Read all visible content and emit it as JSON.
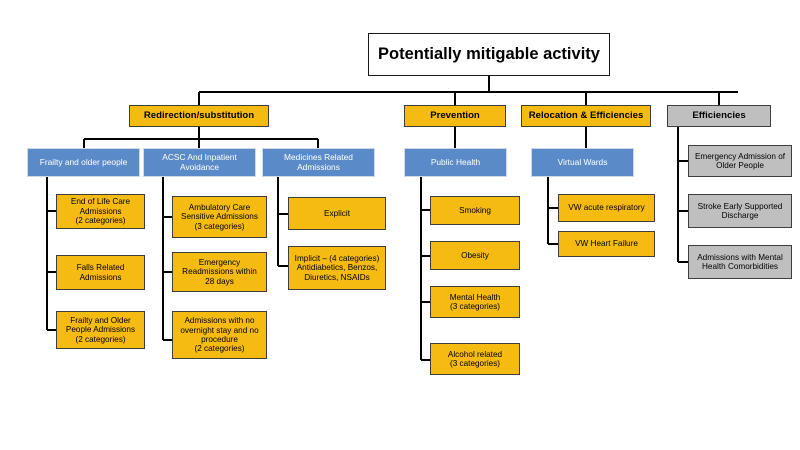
{
  "diagram": {
    "title": "Potentially mitigable activity",
    "type": "hierarchy-tree",
    "colors": {
      "root_fill": "#FFFFFF",
      "category_fill": "#F5BB10",
      "subcategory_fill": "#5B8AC9",
      "efficiencies_fill": "#BFBFBF",
      "border": "#3D3D3D",
      "connector": "#000000"
    },
    "root": {
      "label": "Potentially mitigable activity"
    },
    "categories": [
      {
        "id": "redirection",
        "label": "Redirection/substitution",
        "style": "amber"
      },
      {
        "id": "prevention",
        "label": "Prevention",
        "style": "amber"
      },
      {
        "id": "relocation",
        "label": "Relocation & Efficiencies",
        "style": "amber"
      },
      {
        "id": "efficiencies",
        "label": "Efficiencies",
        "style": "gray"
      }
    ],
    "subcategories": [
      {
        "id": "frailty",
        "label": "Frailty and older people",
        "parent": "redirection"
      },
      {
        "id": "acsc",
        "label": "ACSC And Inpatient\nAvoidance",
        "parent": "redirection"
      },
      {
        "id": "medicines",
        "label": "Medicines Related\nAdmissions",
        "parent": "redirection"
      },
      {
        "id": "publichealth",
        "label": "Public Health",
        "parent": "prevention"
      },
      {
        "id": "virtualwards",
        "label": "Virtual Wards",
        "parent": "relocation"
      }
    ],
    "leaves": [
      {
        "id": "eolc",
        "label": "End of Life Care\nAdmissions\n(2 categories)",
        "parent": "frailty",
        "style": "amber"
      },
      {
        "id": "falls",
        "label": "Falls Related\nAdmissions",
        "parent": "frailty",
        "style": "amber"
      },
      {
        "id": "frailtyadm",
        "label": "Frailty and Older\nPeople Admissions\n(2 categories)",
        "parent": "frailty",
        "style": "amber"
      },
      {
        "id": "ambulatory",
        "label": "Ambulatory Care\nSensitive Admissions\n(3 categories)",
        "parent": "acsc",
        "style": "amber"
      },
      {
        "id": "readmissions",
        "label": "Emergency\nReadmissions within\n28 days",
        "parent": "acsc",
        "style": "amber"
      },
      {
        "id": "noovernight",
        "label": "Admissions with no\novernight stay and no\nprocedure\n(2 categories)",
        "parent": "acsc",
        "style": "amber"
      },
      {
        "id": "explicit",
        "label": "Explicit",
        "parent": "medicines",
        "style": "amber"
      },
      {
        "id": "implicit",
        "label": "Implicit – (4 categories)\nAntidiabetics, Benzos,\nDiuretics, NSAIDs",
        "parent": "medicines",
        "style": "amber"
      },
      {
        "id": "smoking",
        "label": "Smoking",
        "parent": "publichealth",
        "style": "amber"
      },
      {
        "id": "obesity",
        "label": "Obesity",
        "parent": "publichealth",
        "style": "amber"
      },
      {
        "id": "mentalhealth",
        "label": "Mental Health\n(3 categories)",
        "parent": "publichealth",
        "style": "amber"
      },
      {
        "id": "alcohol",
        "label": "Alcohol related\n(3 categories)",
        "parent": "publichealth",
        "style": "amber"
      },
      {
        "id": "vwresp",
        "label": "VW acute respiratory",
        "parent": "virtualwards",
        "style": "amber"
      },
      {
        "id": "vwheart",
        "label": "VW Heart Failure",
        "parent": "virtualwards",
        "style": "amber"
      },
      {
        "id": "emergadm",
        "label": "Emergency Admission of\nOlder People",
        "parent": "efficiencies",
        "style": "gray"
      },
      {
        "id": "stroke",
        "label": "Stroke Early Supported\nDischarge",
        "parent": "efficiencies",
        "style": "gray"
      },
      {
        "id": "comorbid",
        "label": "Admissions with Mental\nHealth Comorbidities",
        "parent": "efficiencies",
        "style": "gray"
      }
    ]
  }
}
